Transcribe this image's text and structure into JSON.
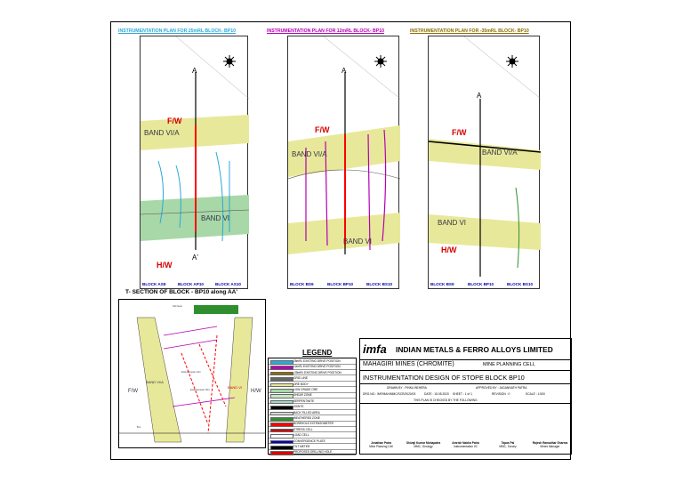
{
  "panels": [
    {
      "title": "INSTRUMENTATION PLAN FOR 25mRL BLOCK- BP10",
      "title_color": "#29a9d8",
      "blocks": [
        "BLOCK AS9",
        "BLOCK AP10",
        "BLOCK AS10"
      ],
      "band_top": "BAND VI/A",
      "band_bottom": "BAND VI"
    },
    {
      "title": "INSTRUMENTATION PLAN FOR 12mRL BLOCK- BP10",
      "title_color": "#b300b3",
      "blocks": [
        "BLOCK BS9",
        "BLOCK BP10",
        "BLOCK BS10"
      ],
      "band_top": "BAND VI/A",
      "band_bottom": "BAND VI"
    },
    {
      "title": "INSTRUMENTATION PLAN FOR -35mRL BLOCK- BP10",
      "title_color": "#8a6d00",
      "blocks": [
        "BLOCK BS9",
        "BLOCK BP10",
        "BLOCK BS10"
      ],
      "band_top": "BAND VI/A",
      "band_bottom": "BAND VI"
    }
  ],
  "labels": {
    "fw": "F/W",
    "hw": "H/W",
    "a": "A",
    "a_prime": "A'"
  },
  "section": {
    "title": "T- SECTION OF BLOCK - BP10 along AA'",
    "band_left": "BAND VI/A",
    "band_right": "BAND VI",
    "fw": "F/W",
    "hw": "H/W",
    "note1": "Extensometer 14m",
    "note2": "Extensometer 15m",
    "note3": "Sub level",
    "note4": "B.H"
  },
  "legend": {
    "title": "LEGEND",
    "items": [
      {
        "text": "25mRL EXISTING DRIVE POSITION",
        "color": "#29a9d8"
      },
      {
        "text": "12mRL EXISTING DRIVE POSITION",
        "color": "#b300b3"
      },
      {
        "text": "-35mRL EXISTING DRIVE POSITION",
        "color": "#8a6d00"
      },
      {
        "text": "GRID LINE",
        "color": "#666666"
      },
      {
        "text": "ORE BODY",
        "color": "#e8e89a"
      },
      {
        "text": "LOW GRADE ORE",
        "color": "#a8d8a8"
      },
      {
        "text": "SHEAR ZONE",
        "color": "#c8e8c8"
      },
      {
        "text": "SERPENTINITE",
        "color": "#9fd9c9"
      },
      {
        "text": "JOINTS",
        "color": "#000000"
      },
      {
        "text": "BACK FILLED AREA",
        "color": "#d9d9d9"
      },
      {
        "text": "WEATHERED ZONE",
        "color": "#2f8f2f"
      },
      {
        "text": "BOREHOLE EXTENSOMETER",
        "color": "#ff0000"
      },
      {
        "text": "STRESS CELL",
        "color": "#cc0000"
      },
      {
        "text": "LOAD CELL",
        "color": "#ffffff"
      },
      {
        "text": "CONVERGENCE PLATE",
        "color": "#0000cc"
      },
      {
        "text": "TILT METER",
        "color": "#000000"
      },
      {
        "text": "PROPOSED DRILLING HOLE",
        "color": "#dd0000"
      }
    ]
  },
  "title_block": {
    "company": "INDIAN METALS & FERRO ALLOYS LIMITED",
    "logo": "imfa",
    "mine": "MAHAGIRI MINES (CHROMITE)",
    "cell": "MINE PLANNING CELL",
    "drawing_title": "INSTRUMENTATION DESIGN OF STOPE BLOCK BP10",
    "drawn_by": "DRAWN BY : PINKU BEHERA",
    "approved_by": "APPROVED BY : JAGANNATH PATRA",
    "dwg_no": "DRG.NO.: IMF/MAH/MMC/SCR/2020/03",
    "date": "DATE : 15.05.2020",
    "sheet": "SHEET : 1 of 1",
    "revision": "REVISION : 0",
    "scale": "SCALE : 1:500",
    "note": "THIS PLAN IS CHECKED BY THE FOLLOWING",
    "signatories": [
      {
        "name": "Jonathan Patra",
        "role": "Mine Planning Cell"
      },
      {
        "name": "Shivaji Kumar Mohapatra",
        "role": "MMC, Geology"
      },
      {
        "name": "Amrish Nabha Patra",
        "role": "Instrumentation I/C"
      },
      {
        "name": "Tapas Pal",
        "role": "MMC, Survey"
      },
      {
        "name": "Rajesh Ramadhar Sharma",
        "role": "Mines Manager"
      }
    ]
  }
}
